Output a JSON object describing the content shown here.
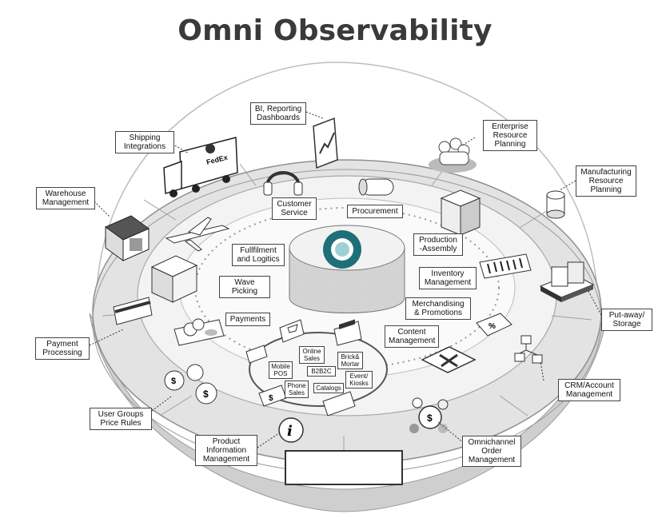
{
  "title": "Omni Observability",
  "center_logo_color": "#1f6f78",
  "outer_labels": {
    "bi_reporting": "BI, Reporting\nDashboards",
    "shipping": "Shipping\nIntegrations",
    "erp": "Enterprise\nResource\nPlanning",
    "mrp": "Manufacturing\nResource\nPlanning",
    "warehouse": "Warehouse\nManagement",
    "putaway": "Put-away/\nStorage",
    "payment_processing": "Payment\nProcessing",
    "crm": "CRM/Account\nManagement",
    "user_groups": "User Groups\nPrice Rules",
    "pim": "Product\nInformation\nManagement",
    "oms": "Omnichannel\nOrder\nManagement"
  },
  "inner_labels": {
    "customer_service": "Customer\nService",
    "procurement": "Procurement",
    "fulfillment": "Fullfilment\nand Logitics",
    "production": "Production\n-Assembly",
    "wave_picking": "Wave\nPicking",
    "inventory": "Inventory\nManagement",
    "payments": "Payments",
    "merchandising": "Merchandising\n& Promotions",
    "content": "Content\nManagement"
  },
  "channel_labels": {
    "online_sales": "Online\nSales",
    "brick_mortar": "Brick&\nMortar",
    "mobile_pos": "Mobile\nPOS",
    "b2b2c": "B2B2C",
    "event_kiosks": "Event/\nKiosks",
    "phone_sales": "Phone\nSales",
    "catalogs": "Catalogs"
  },
  "truck_brand": "FedEx",
  "icons": [
    "chart-document-icon",
    "truck-icon",
    "people-gear-icon",
    "cylinder-icon",
    "warehouse-icon",
    "airplane-icon",
    "headset-icon",
    "scroll-icon",
    "box-icon",
    "barcode-icon",
    "clipboard-icon",
    "pallet-boxes-icon",
    "credit-card-icon",
    "money-bags-icon",
    "percent-tag-icon",
    "tools-icon",
    "cart-laptop-icon",
    "shop-icon",
    "coin-cluster-icon",
    "info-icon",
    "network-icon"
  ]
}
